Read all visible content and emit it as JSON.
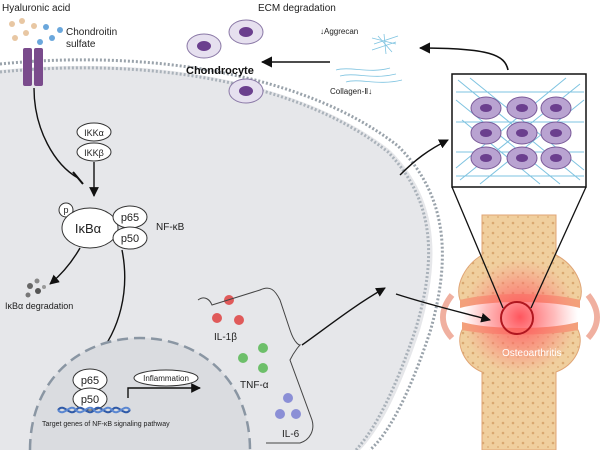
{
  "labels": {
    "hyaluronic_acid": "Hyaluronic acid",
    "chondroitin_line1": "Chondroitin",
    "chondroitin_line2": "sulfate",
    "ecm_degradation": "ECM degradation",
    "chondrocyte": "Chondrocyte",
    "aggrecan": "↓Aggrecan",
    "collagen": "Collagen-Ⅱ↓",
    "ikka": "IKKα",
    "ikkb": "IKKβ",
    "p": "p",
    "ikba": "IκBα",
    "p65": "p65",
    "p50": "p50",
    "nfkb": "NF-κB",
    "ikba_degradation": "IκBα degradation",
    "inflammation": "Inflammation",
    "nucleus_p65": "p65",
    "nucleus_p50": "p50",
    "target_genes": "Target genes of NF-κB signaling pathway",
    "il1b": "IL-1β",
    "tnfa": "TNF-α",
    "il6": "IL-6",
    "osteoarthritis": "Osteoarthritis"
  },
  "colors": {
    "cell_fill": "#e6e7ea",
    "membrane": "#9aa3ab",
    "nucleus_border": "#8a96a3",
    "dna": "#2f5aa8",
    "il1b": "#e05a5a",
    "tnfa": "#6dbf6a",
    "il6": "#8b8fd6",
    "chondrocyte_fill": "#b9a3d1",
    "chondrocyte_nucleus": "#6b3f8e",
    "bone": "#f0cf9e",
    "cartilage": "#f3a07a",
    "inflammation_glow": "#e8434a"
  }
}
